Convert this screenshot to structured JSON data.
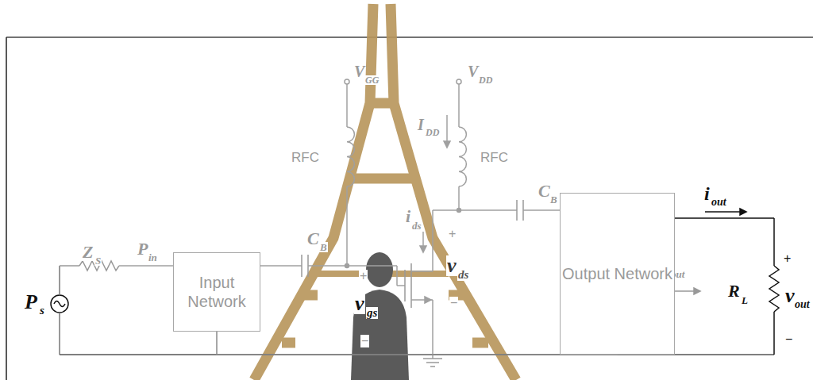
{
  "diagram": {
    "nodes": [
      {
        "text": [
          "Input Network"
        ]
      },
      {
        "text": [
          "Output Network"
        ]
      }
    ],
    "edges": [
      {
        "from": 0,
        "to": 1,
        "arrow": "none"
      }
    ],
    "labels": [
      "P",
      "s",
      "Z",
      "S",
      "P",
      "in",
      "V",
      "GG",
      "V",
      "DD",
      "RFC",
      "RFC",
      "I",
      "DD",
      "C",
      "B",
      "C",
      "B",
      "i",
      "ds",
      "v",
      "ds",
      "+",
      "−",
      "v",
      "gs",
      "+",
      "−",
      "P",
      "out",
      "R",
      "L",
      "v",
      "out",
      "+",
      "−",
      "i",
      "out"
    ]
  }
}
